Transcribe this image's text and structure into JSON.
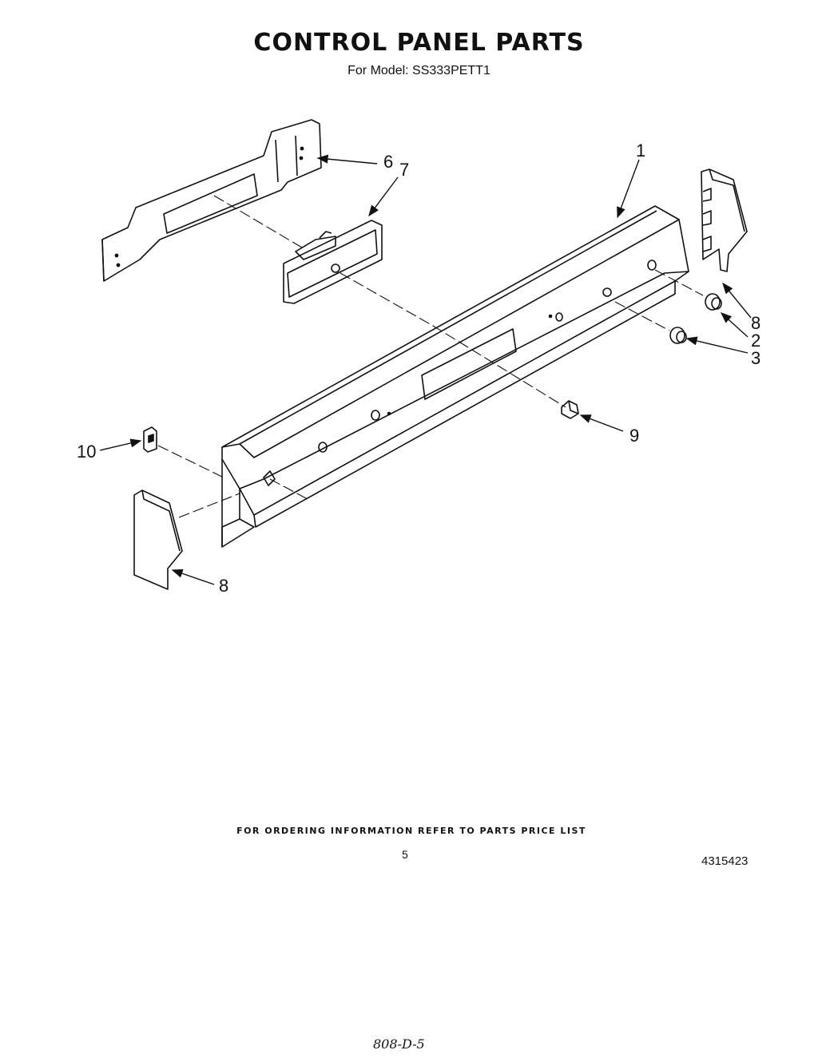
{
  "header": {
    "title": "CONTROL PANEL PARTS",
    "subtitle": "For Model: SS333PETT1"
  },
  "callouts": [
    {
      "id": "1",
      "label": "1"
    },
    {
      "id": "2",
      "label": "2"
    },
    {
      "id": "3",
      "label": "3"
    },
    {
      "id": "6",
      "label": "6"
    },
    {
      "id": "7",
      "label": "7"
    },
    {
      "id": "8a",
      "label": "8"
    },
    {
      "id": "8b",
      "label": "8"
    },
    {
      "id": "9",
      "label": "9"
    },
    {
      "id": "10",
      "label": "10"
    }
  ],
  "footer": {
    "ordering_note": "FOR ORDERING INFORMATION REFER TO PARTS PRICE LIST",
    "page_number": "5",
    "document_number": "4315423",
    "handwritten_note": "808-D-5"
  }
}
